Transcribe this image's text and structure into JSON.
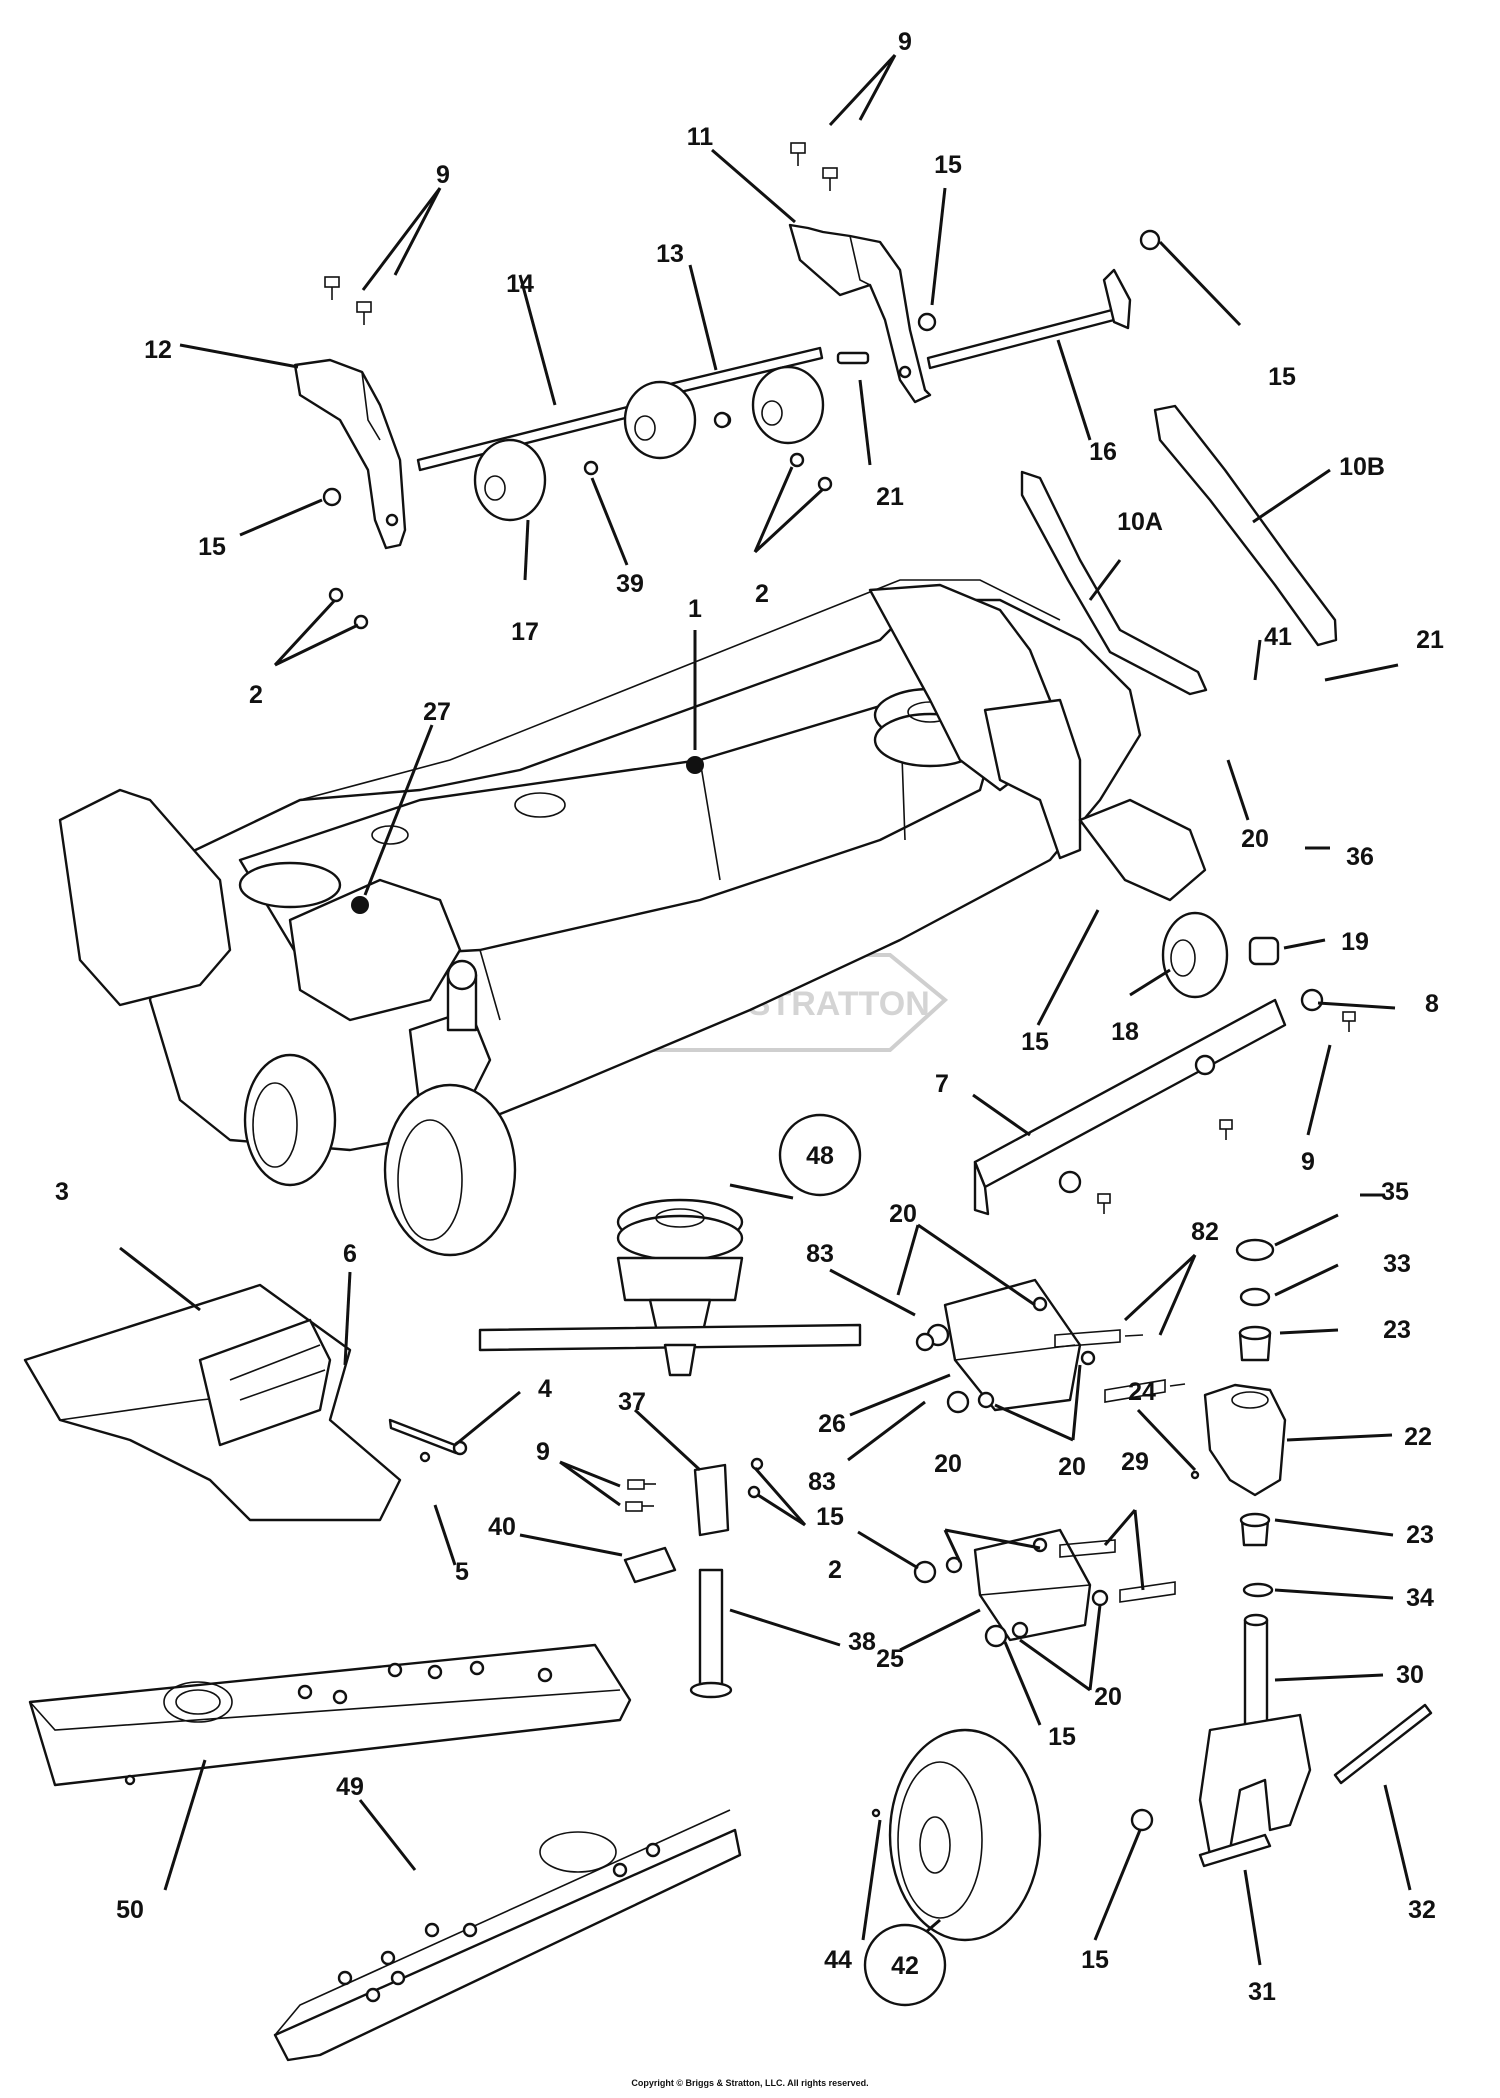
{
  "diagram": {
    "copyright": "Copyright © Briggs & Stratton, LLC. All rights reserved.",
    "watermark": "BRIGGS & STRATTON",
    "labels": [
      "9",
      "11",
      "9",
      "15",
      "14",
      "13",
      "12",
      "15",
      "16",
      "10B",
      "21",
      "15",
      "17",
      "39",
      "2",
      "10A",
      "2",
      "41",
      "21",
      "1",
      "27",
      "20",
      "36",
      "19",
      "15",
      "18",
      "8",
      "7",
      "9",
      "48",
      "3",
      "6",
      "20",
      "83",
      "82",
      "35",
      "33",
      "23",
      "4",
      "24",
      "22",
      "26",
      "20",
      "83",
      "37",
      "9",
      "29",
      "20",
      "15",
      "23",
      "40",
      "2",
      "34",
      "5",
      "25",
      "38",
      "30",
      "20",
      "15",
      "50",
      "49",
      "32",
      "44",
      "15",
      "31",
      "42"
    ]
  }
}
